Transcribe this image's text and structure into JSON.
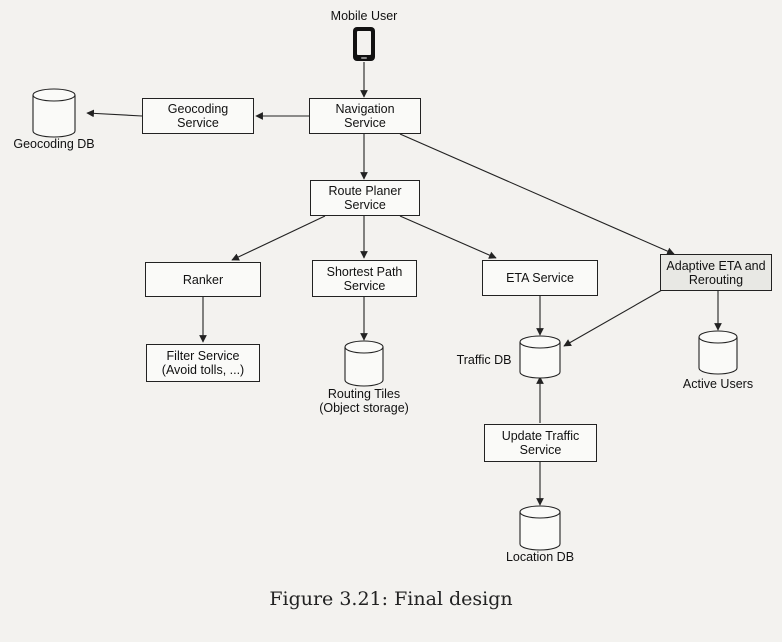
{
  "mobile_user": "Mobile User",
  "services": {
    "navigation": "Navigation\nService",
    "geocoding": "Geocoding\nService",
    "route_planner": "Route Planer\nService",
    "ranker": "Ranker",
    "shortest_path": "Shortest Path\nService",
    "eta": "ETA Service",
    "adaptive_eta": "Adaptive ETA and\nRerouting",
    "filter": "Filter Service\n(Avoid tolls, ...)",
    "update_traffic": "Update Traffic\nService"
  },
  "databases": {
    "geocoding_db": "Geocoding DB",
    "routing_tiles": "Routing Tiles\n(Object storage)",
    "traffic_db": "Traffic DB",
    "active_users": "Active Users",
    "location_db": "Location DB"
  },
  "caption": "Figure 3.21: Final design"
}
